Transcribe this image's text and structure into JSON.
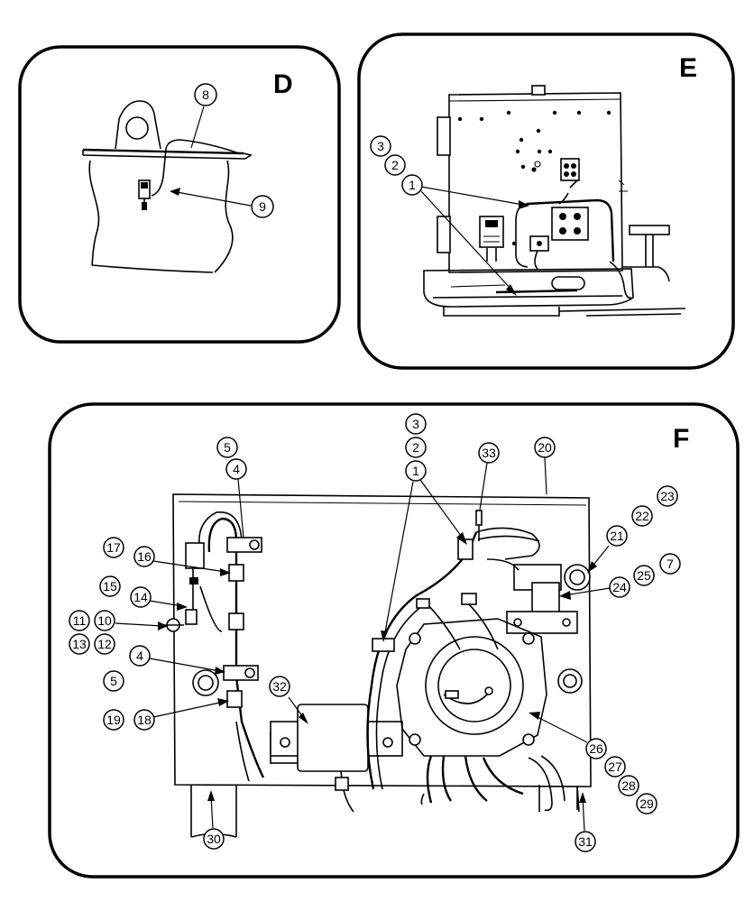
{
  "panels": {
    "D": {
      "letter": "D"
    },
    "E": {
      "letter": "E"
    },
    "F": {
      "letter": "F"
    }
  },
  "callouts": {
    "d_8": "8",
    "d_9": "9",
    "e_3": "3",
    "e_2": "2",
    "e_1": "1",
    "f_5a": "5",
    "f_4a": "4",
    "f_17": "17",
    "f_16": "16",
    "f_15": "15",
    "f_14": "14",
    "f_11": "11",
    "f_10": "10",
    "f_13": "13",
    "f_12": "12",
    "f_5b": "5",
    "f_4b": "4",
    "f_19": "19",
    "f_18": "18",
    "f_32": "32",
    "f_3": "3",
    "f_2": "2",
    "f_1": "1",
    "f_33": "33",
    "f_20": "20",
    "f_21": "21",
    "f_22": "22",
    "f_23": "23",
    "f_24": "24",
    "f_25": "25",
    "f_7": "7",
    "f_26": "26",
    "f_27": "27",
    "f_28": "28",
    "f_29": "29",
    "f_30": "30",
    "f_31": "31"
  },
  "colors": {
    "ink": "#000000",
    "paper": "#ffffff"
  }
}
